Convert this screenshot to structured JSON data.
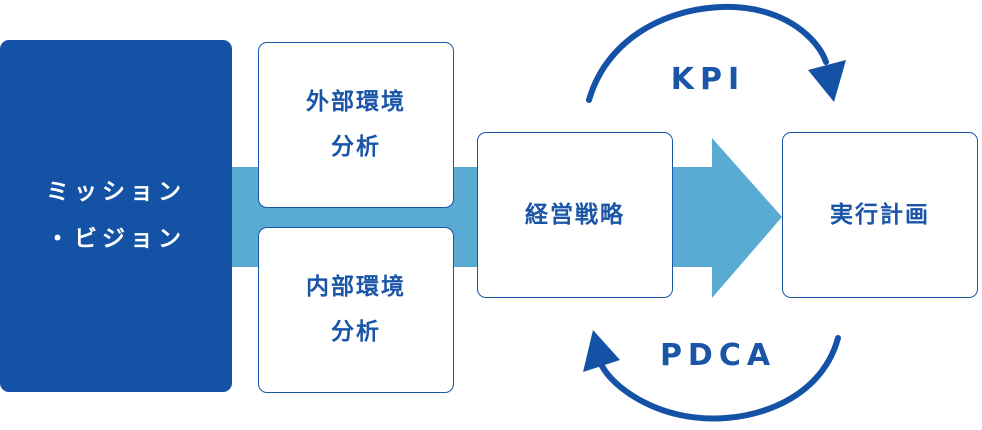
{
  "mission_box": {
    "line1": "ミッション",
    "line2": "・ビジョン"
  },
  "external_box": {
    "line1": "外部環境",
    "line2": "分析"
  },
  "internal_box": {
    "line1": "内部環境",
    "line2": "分析"
  },
  "strategy_box": {
    "label": "経営戦略"
  },
  "plan_box": {
    "label": "実行計画"
  },
  "cycle_labels": {
    "top": "KPI",
    "bottom": "PDCA"
  },
  "colors": {
    "primary": "#1452a6",
    "border": "#1a55a8",
    "band": "#59abd3",
    "background": "#ffffff"
  }
}
